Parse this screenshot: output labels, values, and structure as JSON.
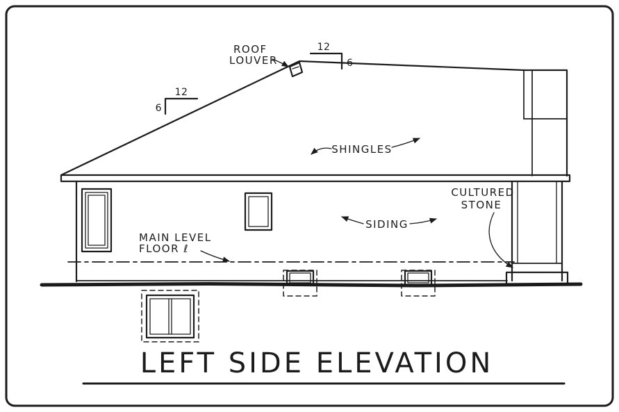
{
  "drawing": {
    "title": "LEFT SIDE ELEVATION",
    "labels": {
      "roof_louver": {
        "line1": "ROOF",
        "line2": "LOUVER"
      },
      "shingles": "SHINGLES",
      "siding": "SIDING",
      "cultured_stone": {
        "line1": "CULTURED",
        "line2": "STONE"
      },
      "main_level": {
        "line1": "MAIN LEVEL",
        "line2": "FLOOR ℓ"
      }
    },
    "pitch_markers": {
      "upper": {
        "run": "12",
        "rise": "6"
      },
      "left": {
        "run": "12",
        "rise": "6"
      }
    },
    "colors": {
      "ink": "#1b1b1b",
      "paper": "#ffffff"
    }
  }
}
